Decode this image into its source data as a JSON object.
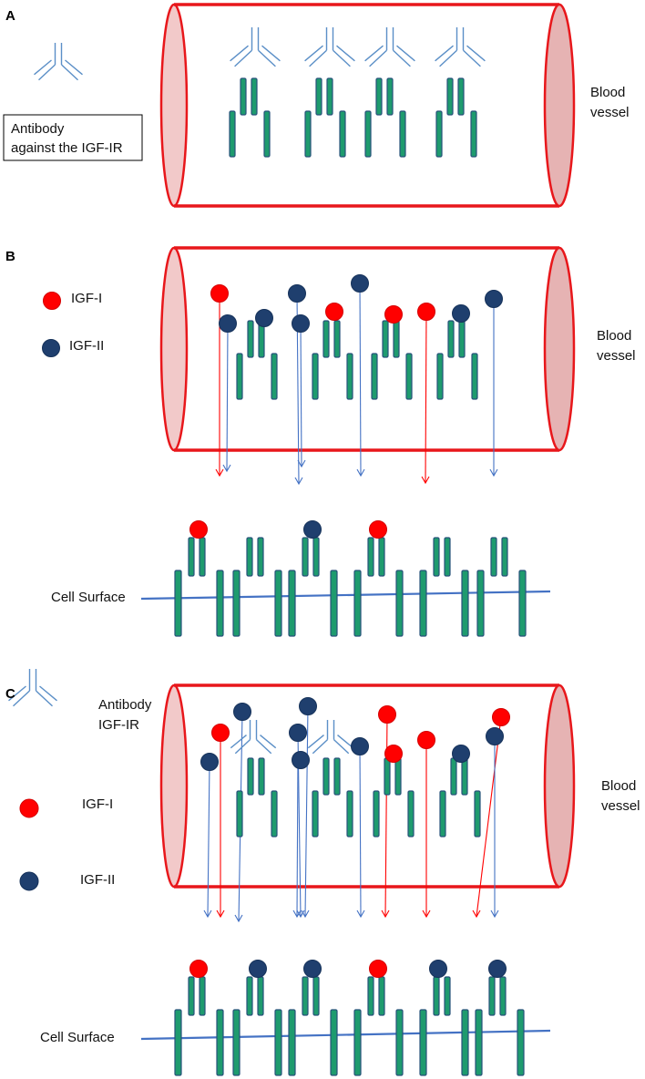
{
  "panels": {
    "a": {
      "letter": "A",
      "legend_line1": "Antibody",
      "legend_line2": "against the IGF-IR",
      "vessel_line1": "Blood",
      "vessel_line2": "vessel"
    },
    "b": {
      "letter": "B",
      "igf1_label": "IGF-I",
      "igf2_label": "IGF-II",
      "vessel_line1": "Blood",
      "vessel_line2": "vessel",
      "cell_surface": "Cell Surface"
    },
    "c": {
      "letter": "C",
      "antibody_line1": "Antibody",
      "antibody_line2": "IGF-IR",
      "igf1_label": "IGF-I",
      "igf2_label": "IGF-II",
      "vessel_line1": "Blood",
      "vessel_line2": "vessel",
      "cell_surface": "Cell Surface"
    }
  },
  "colors": {
    "vessel": "#e8171b",
    "vessel_end": "#f2c9c9",
    "receptor_fill": "#1e9b6e",
    "receptor_stroke": "#27527a",
    "antibody": "#5b8fc7",
    "igf1": "#ff0000",
    "igf2": "#1f3f6e",
    "membrane": "#4472c4"
  }
}
